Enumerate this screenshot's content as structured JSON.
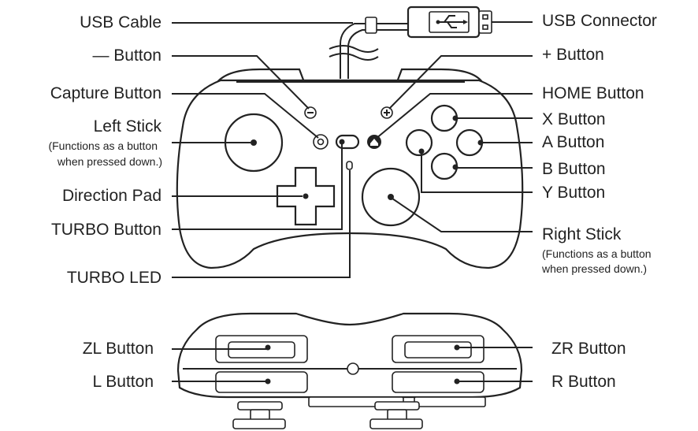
{
  "labels": {
    "usb_cable": "USB Cable",
    "minus_button": "— Button",
    "capture_button": "Capture Button",
    "left_stick": "Left Stick",
    "left_stick_note_1": "(Functions as a button",
    "left_stick_note_2": "when pressed down.)",
    "direction_pad": "Direction Pad",
    "turbo_button": "TURBO Button",
    "turbo_led": "TURBO LED",
    "usb_connector": "USB Connector",
    "plus_button": "+ Button",
    "home_button": "HOME Button",
    "x_button": "X Button",
    "a_button": "A Button",
    "b_button": "B Button",
    "y_button": "Y Button",
    "right_stick": "Right Stick",
    "right_stick_note_1": "(Functions as a button",
    "right_stick_note_2": "when pressed down.)",
    "zl_button": "ZL Button",
    "l_button": "L Button",
    "zr_button": "ZR Button",
    "r_button": "R Button"
  },
  "icons": {
    "usb_symbol": "usb-icon",
    "minus_symbol": "minus-icon",
    "plus_symbol": "plus-icon",
    "capture_symbol": "capture-icon",
    "home_symbol": "home-icon"
  }
}
